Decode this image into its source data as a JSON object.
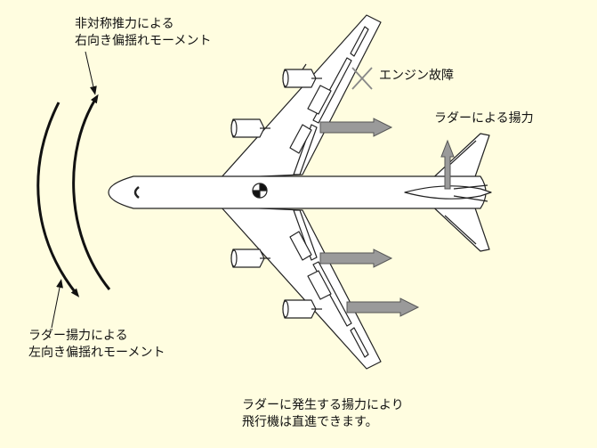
{
  "labels": {
    "thrust_moment": [
      "非対称推力による",
      "右向き偏揺れモーメント"
    ],
    "engine_failure": "エンジン故障",
    "rudder_lift": "ラダーによる揚力",
    "rudder_moment": [
      "ラダー揚力による",
      "左向き偏揺れモーメント"
    ],
    "conclusion": [
      "ラダーに発生する揚力により",
      "飛行機は直進できます。"
    ]
  },
  "colors": {
    "background": "#fffde0",
    "aircraft_fill": "#ffffff",
    "outline": "#222222",
    "arrow_fill": "#9a9a9a",
    "arrow_stroke": "#555555",
    "failure_mark": "#888888"
  }
}
